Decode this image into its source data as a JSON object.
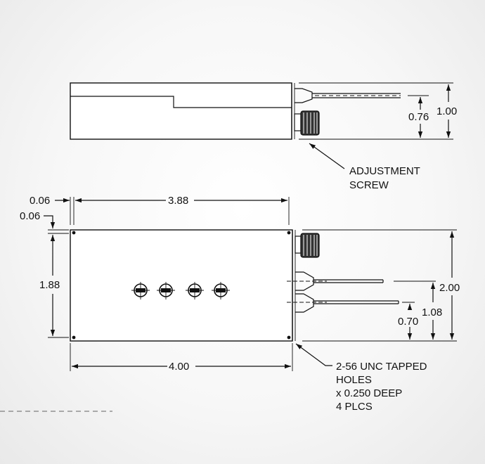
{
  "side_view": {
    "dim_height": "1.00",
    "dim_fiber": "0.76",
    "callout": [
      "ADJUSTMENT",
      "SCREW"
    ]
  },
  "top_view": {
    "dim_edge_x": "0.06",
    "dim_edge_y": "0.06",
    "dim_hole_span": "3.88",
    "dim_hole_span_y": "1.88",
    "dim_length": "4.00",
    "dim_height": "2.00",
    "dim_fiber_1": "1.08",
    "dim_fiber_2": "0.70",
    "callout": [
      "2-56 UNC TAPPED",
      "HOLES",
      "x 0.250 DEEP",
      "4 PLCS"
    ]
  },
  "colors": {
    "line": "#111111",
    "background": "#f4f4f4"
  }
}
